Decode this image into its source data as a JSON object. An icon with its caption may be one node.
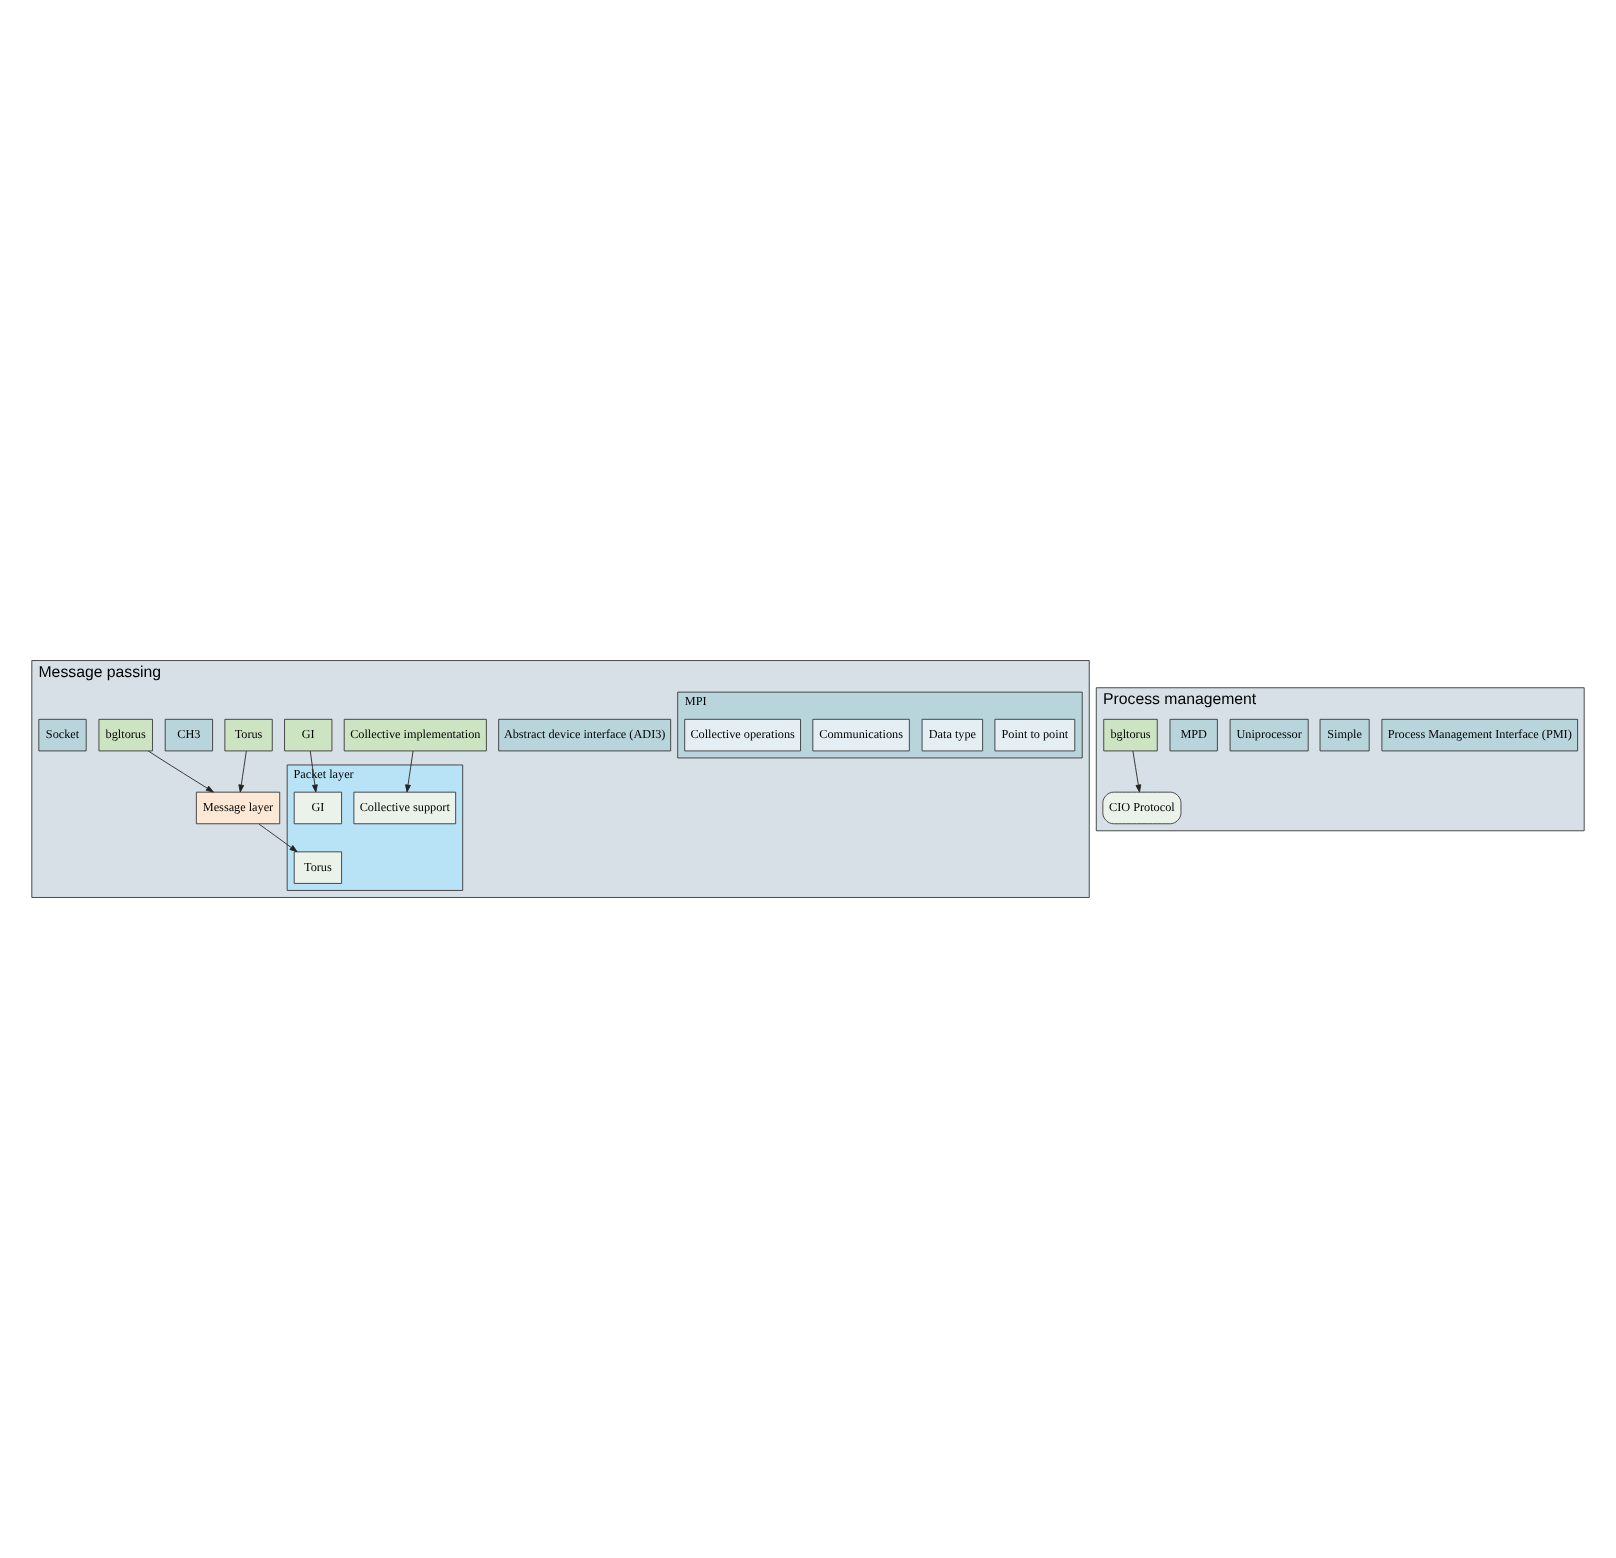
{
  "diagram": {
    "nodes": [
      {
        "text": [
          "Message passing"
        ]
      },
      {
        "text": [
          "MPI"
        ],
        "in": 0
      },
      {
        "text": [
          "Point to point"
        ],
        "in": 1
      },
      {
        "text": [
          "Data type"
        ],
        "in": 1
      },
      {
        "text": [
          "Communications"
        ],
        "in": 1
      },
      {
        "text": [
          "Collective operations"
        ],
        "in": 1
      },
      {
        "text": [
          "Abstract device interface (ADI3)"
        ],
        "in": 0
      },
      {
        "text": [
          "Torus"
        ],
        "in": 0
      },
      {
        "text": [
          "Collective implementation"
        ],
        "in": 0
      },
      {
        "text": [
          "GI"
        ],
        "in": 0
      },
      {
        "text": [
          "CH3"
        ],
        "in": 0
      },
      {
        "text": [
          "bgltorus"
        ],
        "in": 0
      },
      {
        "text": [
          "Socket"
        ],
        "in": 0
      },
      {
        "text": [
          "Message layer"
        ],
        "in": 0
      },
      {
        "text": [
          "Packet layer"
        ],
        "in": 0
      },
      {
        "text": [
          "Torus"
        ],
        "in": 14
      },
      {
        "text": [
          "Collective support"
        ],
        "in": 14
      },
      {
        "text": [
          "GI"
        ],
        "in": 14
      },
      {
        "text": [
          "Process management"
        ]
      },
      {
        "text": [
          "Process Management Interface (PMI)"
        ],
        "in": 18
      },
      {
        "text": [
          "Simple"
        ],
        "in": 18
      },
      {
        "text": [
          "Uniprocessor"
        ],
        "in": 18
      },
      {
        "text": [
          "MPD"
        ],
        "in": 18
      },
      {
        "text": [
          "bgltorus"
        ],
        "in": 18
      },
      {
        "text": [
          "CIO Protocol"
        ],
        "in": 18
      }
    ],
    "edges": [
      {
        "from": 11,
        "to": 13,
        "arrow": "to"
      },
      {
        "from": 7,
        "to": 13,
        "arrow": "to"
      },
      {
        "from": 13,
        "to": 15,
        "arrow": "to"
      },
      {
        "from": 8,
        "to": 16,
        "arrow": "to"
      },
      {
        "from": 9,
        "to": 17,
        "arrow": "to"
      },
      {
        "from": 23,
        "to": 24,
        "arrow": "to"
      }
    ]
  }
}
